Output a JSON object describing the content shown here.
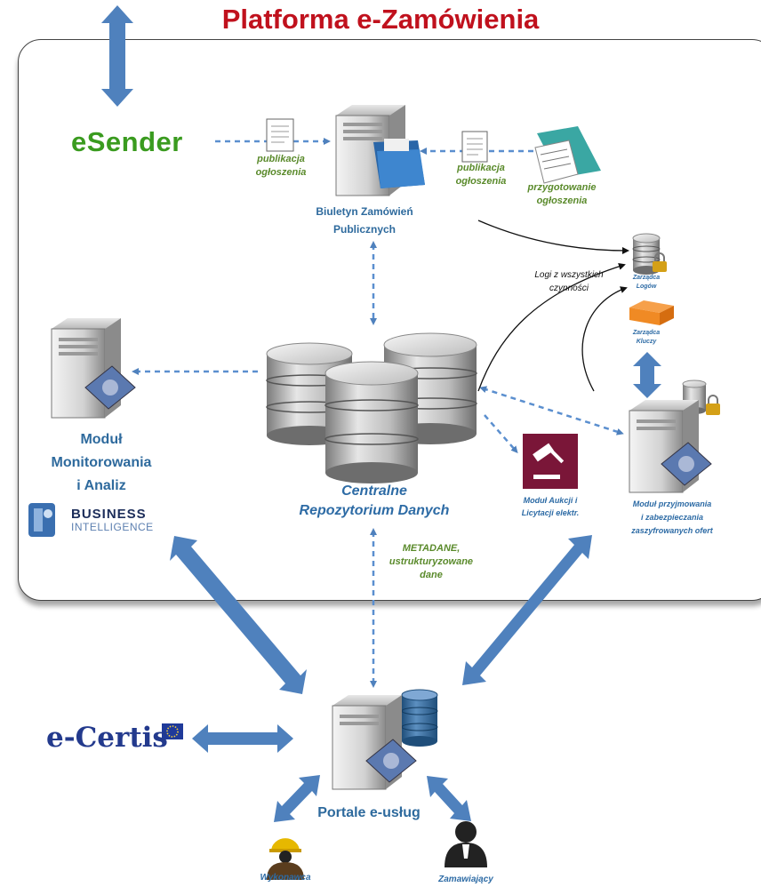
{
  "title": "Platforma e-Zamówienia",
  "esender": "eSender",
  "ecertis": "e-Certis",
  "biuletyn": {
    "line1": "Biuletyn Zamówień",
    "line2": "Publicznych"
  },
  "publikacja_left": {
    "line1": "publikacja",
    "line2": "ogłoszenia"
  },
  "publikacja_right": {
    "line1": "publikacja",
    "line2": "ogłoszenia"
  },
  "przygotowanie": {
    "line1": "przygotowanie",
    "line2": "ogłoszenia"
  },
  "logi": {
    "line1": "Logi z wszystkich",
    "line2": "czynności"
  },
  "zarzadca_logow": {
    "line1": "Zarządca",
    "line2": "Logów"
  },
  "zarzadca_kluczy": {
    "line1": "Zarządca",
    "line2": "Kluczy"
  },
  "modul_monitorowania": {
    "line1": "Moduł",
    "line2": "Monitorowania",
    "line3": "i Analiz"
  },
  "business_intelligence": {
    "line1": "BUSINESS",
    "line2": "INTELLIGENCE"
  },
  "centralne": {
    "line1": "Centralne",
    "line2": "Repozytorium Danych"
  },
  "metadane": {
    "line1": "METADANE,",
    "line2": "ustrukturyzowane",
    "line3": "dane"
  },
  "modul_aukcji": {
    "line1": "Moduł Aukcji i",
    "line2": "Licytacji elektr."
  },
  "modul_przyjmowania": {
    "line1": "Moduł przyjmowania",
    "line2": "i zabezpieczania",
    "line3": "zaszyfrowanych ofert"
  },
  "portale": "Portale e-usług",
  "wykonawca": "Wykonawca",
  "zamawiajacy": "Zamawiający",
  "colors": {
    "title_red": "#c0111d",
    "arrow_blue": "#4f81bd",
    "label_green": "#5a8a2b",
    "label_blue": "#2d6ba5"
  }
}
